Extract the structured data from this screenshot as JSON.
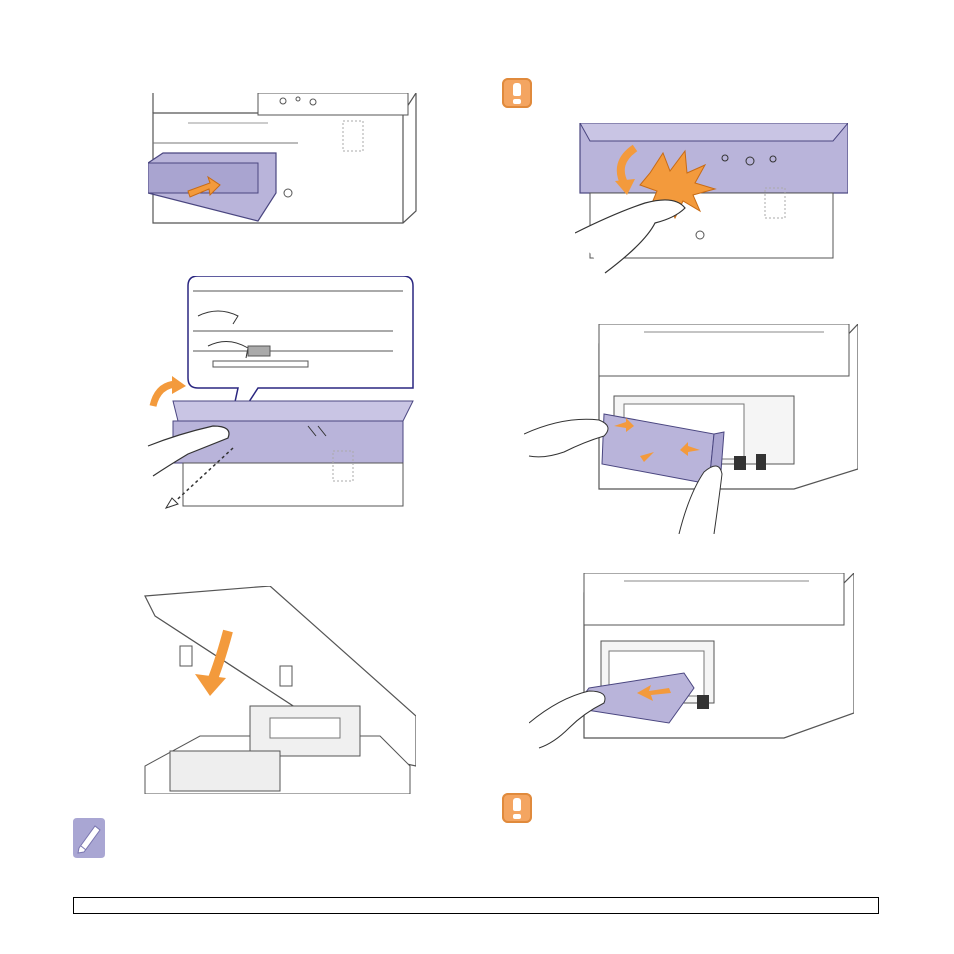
{
  "page": {
    "figures": [
      {
        "id": "tray-close",
        "icon": "printer-tray-icon"
      },
      {
        "id": "scanner-lift",
        "icon": "scanner-lift-icon"
      },
      {
        "id": "scanner-lower",
        "icon": "scanner-lower-icon"
      },
      {
        "id": "scanner-lower-warning",
        "icon": "pinch-warning-icon"
      },
      {
        "id": "rear-cover-remove",
        "icon": "rear-cover-icon"
      },
      {
        "id": "paper-pull-out",
        "icon": "paper-jam-icon"
      }
    ],
    "icons": {
      "caution": "caution-icon",
      "note": "note-pen-icon"
    },
    "colors": {
      "scanner_lid": "#b9b4da",
      "arrow": "#f39a3c",
      "caution": "#f4a561",
      "note": "#a9a6d3"
    },
    "footer": {
      "text": ""
    }
  }
}
